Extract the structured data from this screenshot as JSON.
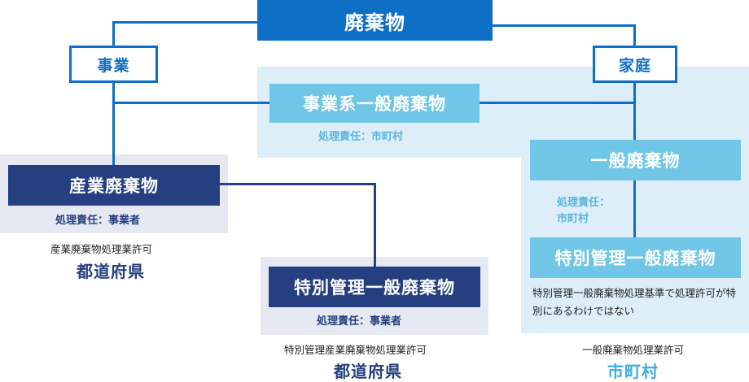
{
  "root": {
    "label": "廃棄物"
  },
  "business": {
    "label": "事業"
  },
  "household": {
    "label": "家庭"
  },
  "business_general": {
    "label": "事業系一般廃棄物",
    "responsibility": "処理責任：市町村"
  },
  "industrial": {
    "label": "産業廃棄物",
    "responsibility": "処理責任：事業者",
    "license": "産業廃棄物処理業許可",
    "authority": "都道府県"
  },
  "special_industrial": {
    "label": "特別管理一般廃棄物",
    "responsibility": "処理責任：事業者",
    "license": "特別管理産業廃棄物処理業許可",
    "authority": "都道府県"
  },
  "general": {
    "label": "一般廃棄物",
    "responsibility_line1": "処理責任：",
    "responsibility_line2": "市町村"
  },
  "special_general": {
    "label": "特別管理一般廃棄物",
    "note": "特別管理一般廃棄物処理基準で処理許可が特別にあるわけではない",
    "license": "一般廃棄物処理業許可",
    "authority": "市町村"
  },
  "colors": {
    "primary_blue": "#0f6fc6",
    "navy": "#253f80",
    "sky": "#70c6e6",
    "light_panel": "#ddeef8",
    "gray_panel": "#e6e9f1"
  }
}
